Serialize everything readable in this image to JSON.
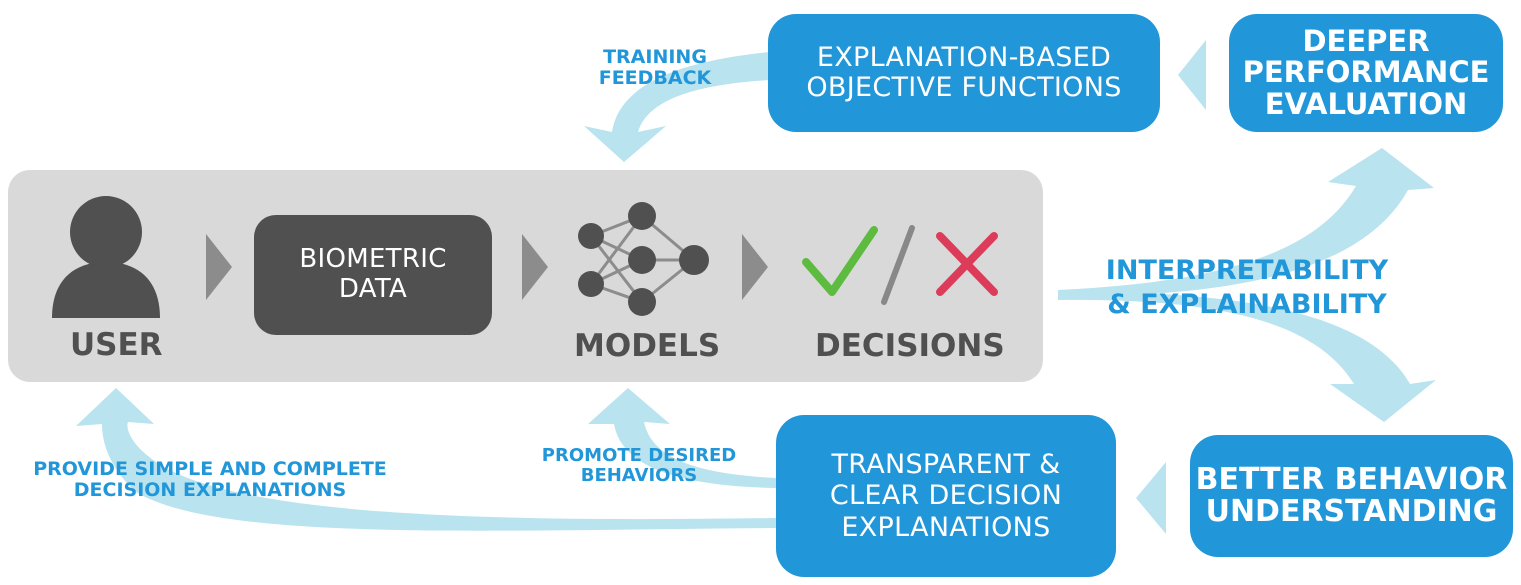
{
  "colors": {
    "blue": "#2196d9",
    "light_blue_arrow": "#b9e3ee",
    "panel_gray": "#d9d9d9",
    "dark_gray": "#505050",
    "chevron_gray": "#8c8c8c",
    "check_green": "#5dbb3f",
    "cross_red": "#dc3c5a",
    "slash_gray": "#888888"
  },
  "pipeline": {
    "user_label": "USER",
    "biometric_label": "BIOMETRIC\nDATA",
    "models_label": "MODELS",
    "decisions_label": "DECISIONS",
    "user_icon": "user-silhouette-icon",
    "models_icon": "neural-network-icon",
    "check_icon": "checkmark-icon",
    "cross_icon": "cross-icon"
  },
  "boxes": {
    "objective": "EXPLANATION-BASED\nOBJECTIVE FUNCTIONS",
    "deeper": "DEEPER\nPERFORMANCE\nEVALUATION",
    "transparent": "TRANSPARENT &\nCLEAR DECISION\nEXPLANATIONS",
    "better": "BETTER BEHAVIOR\nUNDERSTANDING"
  },
  "flow_labels": {
    "training": "TRAINING\nFEEDBACK",
    "interpretability": "INTERPRETABILITY\n& EXPLAINABILITY",
    "promote": "PROMOTE DESIRED\nBEHAVIORS",
    "provide": "PROVIDE SIMPLE AND COMPLETE\nDECISION EXPLANATIONS"
  }
}
